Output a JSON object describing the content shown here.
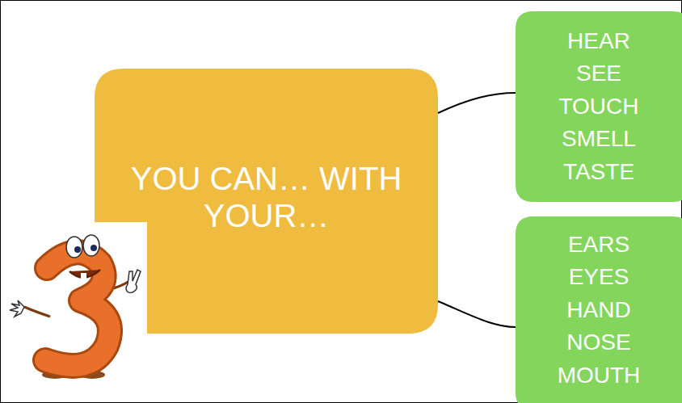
{
  "diagram": {
    "nodes": [
      {
        "text": [
          "YOU CAN… WITH YOUR…"
        ]
      },
      {
        "text": [
          "HEAR",
          "SEE",
          "TOUCH",
          "SMELL",
          "TASTE"
        ]
      },
      {
        "text": [
          "EARS",
          "EYES",
          "HAND",
          "NOSE",
          "MOUTH"
        ]
      }
    ],
    "edges": [
      {
        "from": 0,
        "to": 1,
        "arrow": "none"
      },
      {
        "from": 0,
        "to": 2,
        "arrow": "none"
      }
    ]
  }
}
